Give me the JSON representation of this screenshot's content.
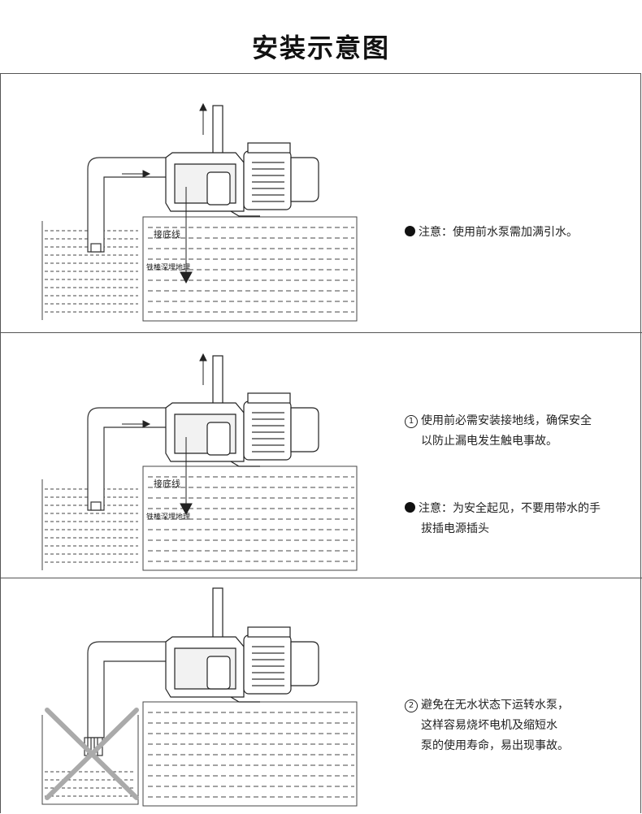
{
  "title": "安装示意图",
  "panels": [
    {
      "ground_label": "接底线",
      "rod_label": "铁棒深埋地理",
      "notes": [
        {
          "marker": "●",
          "lines": [
            "注意：使用前水泵需加满引水。"
          ]
        }
      ]
    },
    {
      "ground_label": "接底线",
      "rod_label": "铁棒深埋地理",
      "notes": [
        {
          "marker": "①",
          "lines": [
            "使用前必需安装接地线，确保安全",
            "以防止漏电发生触电事故。"
          ]
        },
        {
          "marker": "●",
          "lines": [
            "注意：为安全起见，不要用带水的手",
            "拔插电源插头"
          ]
        }
      ]
    },
    {
      "notes": [
        {
          "marker": "②",
          "lines": [
            "避免在无水状态下运转水泵，",
            "这样容易烧坏电机及缩短水",
            "泵的使用寿命，易出现事故。"
          ]
        }
      ]
    }
  ]
}
